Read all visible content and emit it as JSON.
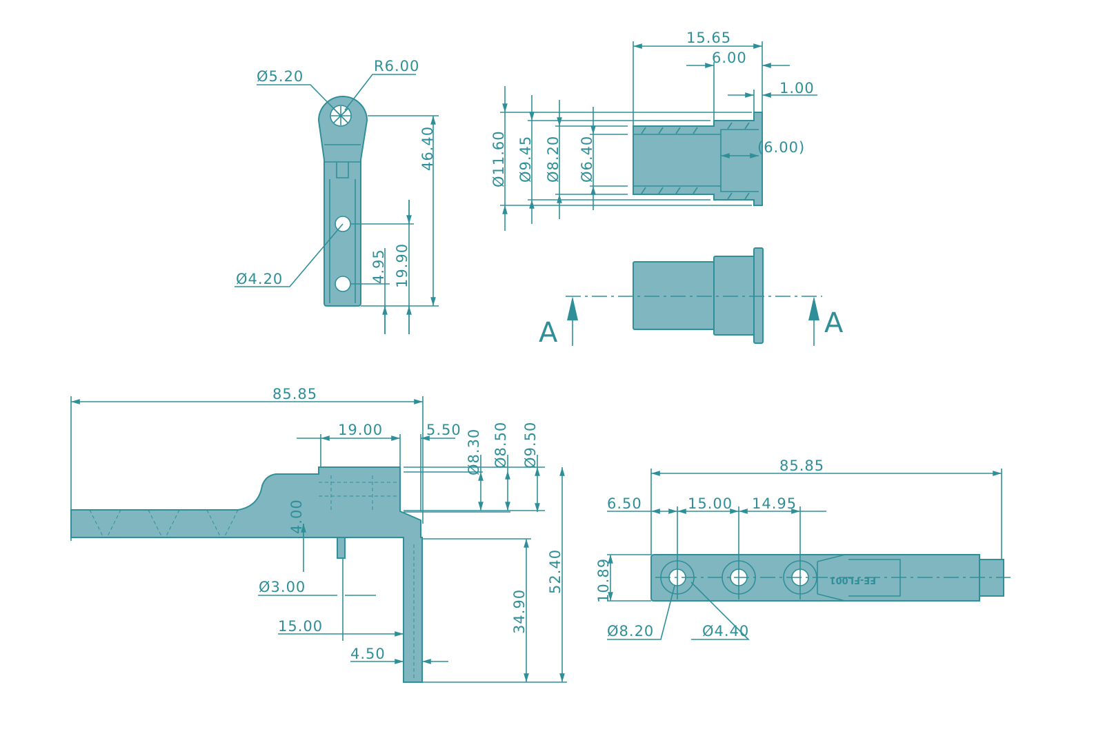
{
  "colors": {
    "line": "#2f8f98",
    "fill": "#7fb6c0",
    "background": "#ffffff"
  },
  "view_arm": {
    "dia_top": "Ø5.20",
    "radius": "R6.00",
    "height": "46.40",
    "hole_spacing": "19.90",
    "bottom_offset": "4.95",
    "dia_hole": "Ø4.20"
  },
  "view_section": {
    "length": "15.65",
    "step": "6.00",
    "flange": "1.00",
    "counterbore": "(6.00)",
    "d1": "Ø11.60",
    "d2": "Ø9.45",
    "d3": "Ø8.20",
    "d4": "Ø6.40"
  },
  "view_exterior": {
    "section_left": "A",
    "section_right": "A"
  },
  "view_side": {
    "length": "85.85",
    "block": "19.00",
    "offset": "5.50",
    "d1": "Ø8.30",
    "d2": "Ø8.50",
    "d3": "Ø9.50",
    "height": "52.40",
    "leg": "34.90",
    "thickness": "4.00",
    "pin": "Ø3.00",
    "pin_pos": "15.00",
    "leg_thk": "4.50"
  },
  "view_plan": {
    "length": "85.85",
    "first": "6.50",
    "pitch1": "15.00",
    "pitch2": "14.95",
    "width": "10.89",
    "d_outer": "Ø8.20",
    "d_inner": "Ø4.40",
    "part_mark": "FE-FL001"
  }
}
